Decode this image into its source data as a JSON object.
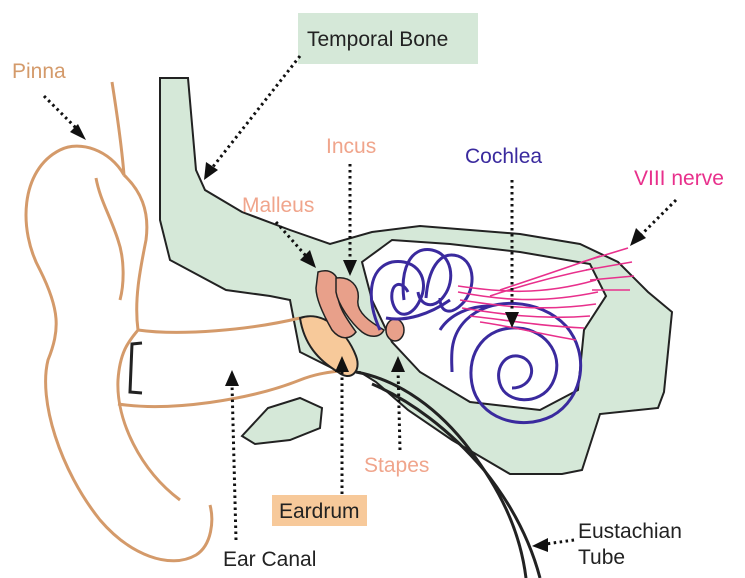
{
  "labels": {
    "temporal_bone": "Temporal Bone",
    "pinna": "Pinna",
    "incus": "Incus",
    "cochlea": "Cochlea",
    "viii_nerve": "VIII nerve",
    "malleus": "Malleus",
    "stapes": "Stapes",
    "eardrum": "Eardrum",
    "ear_canal": "Ear Canal",
    "eustachian_line1": "Eustachian",
    "eustachian_line2": "Tube"
  },
  "colors": {
    "bone_fill": "#d5e8d8",
    "outline": "#222222",
    "pinna": "#d49a6a",
    "ossicles": "#e8a08a",
    "ossicle_label": "#f0a58c",
    "eardrum_fill": "#f7c99a",
    "cochlea": "#3a2a9e",
    "nerve": "#e8308c",
    "arrow": "#111111"
  }
}
